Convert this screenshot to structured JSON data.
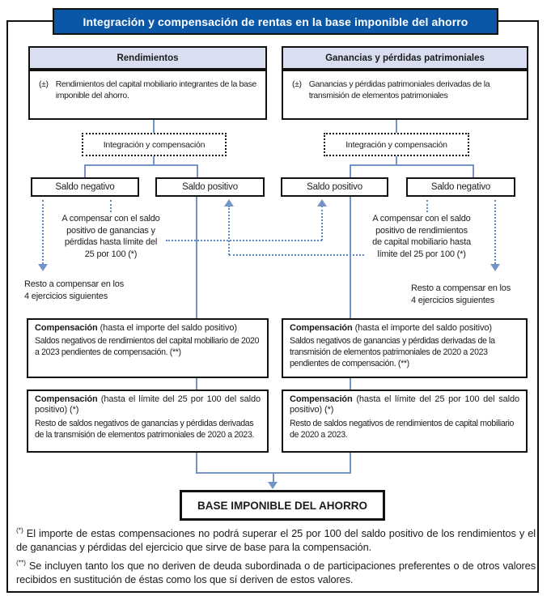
{
  "colors": {
    "title-bg": "#0a57a8",
    "header-bg": "#d9def0",
    "line-blue": "#7494c7",
    "dotted-blue": "#5c87c7",
    "border-black": "#111111"
  },
  "title": "Integración y compensación de rentas en la base imponible del ahorro",
  "left": {
    "header": "Rendimientos",
    "sign": "(±)",
    "intro": "Rendimientos del capital mobiliario integrantes de la base imponible del ahorro.",
    "integration": "Integración y compensación",
    "saldo_negativo": "Saldo negativo",
    "saldo_positivo": "Saldo positivo",
    "compensate_note": [
      "A compensar con el saldo",
      "positivo de ganancias y",
      "pérdidas hasta límite del",
      "25 por 100 (*)"
    ],
    "resto_note": [
      "Resto a compensar en los",
      "4 ejercicios siguientes"
    ],
    "comp1_bold": "Compensación",
    "comp1_rest": " (hasta el importe del saldo positivo)",
    "comp1_body": "Saldos negativos de rendimientos del capital mobiliario de 2020 a 2023 pendientes de compensación. (**)",
    "comp2_bold": "Compensación",
    "comp2_rest": " (hasta el límite del 25 por 100 del saldo positivo) (*)",
    "comp2_body": "Resto de saldos negativos de ganancias y pérdidas derivadas de la transmisión de elementos patrimoniales de 2020 a 2023."
  },
  "right": {
    "header": "Ganancias y pérdidas patrimoniales",
    "sign": "(±)",
    "intro": "Ganancias y pérdidas patrimoniales derivadas de la transmisión de elementos patrimoniales",
    "integration": "Integración y compensación",
    "saldo_positivo": "Saldo positivo",
    "saldo_negativo": "Saldo negativo",
    "compensate_note": [
      "A compensar con el saldo",
      "positivo de rendimientos",
      "de capital mobiliario hasta",
      "límite del 25 por 100 (*)"
    ],
    "resto_note": [
      "Resto a compensar en los",
      "4 ejercicios siguientes"
    ],
    "comp1_bold": "Compensación",
    "comp1_rest": " (hasta el importe del saldo positivo)",
    "comp1_body": "Saldos negativos de ganancias y pérdidas derivadas de la transmisión de elementos patrimoniales de 2020 a 2023 pendientes de compensación. (**)",
    "comp2_bold": "Compensación",
    "comp2_rest": " (hasta el límite del 25 por 100 del saldo positivo) (*)",
    "comp2_body": "Resto de saldos negativos de rendimientos de capital mobiliario de 2020 a 2023."
  },
  "base_label": "BASE IMPONIBLE DEL AHORRO",
  "footnotes": [
    {
      "marker": "(*)",
      "text": "El importe de estas compensaciones no podrá superar el 25 por 100 del saldo positivo de los rendimientos y el de ganancias y pérdidas del ejercicio que sirve de base para la compensación."
    },
    {
      "marker": "(**)",
      "text": "Se incluyen tanto los que no deriven de deuda subordinada o de participaciones preferentes o de otros valores recibidos en sustitución de éstas como los que sí deriven de estos valores."
    }
  ]
}
